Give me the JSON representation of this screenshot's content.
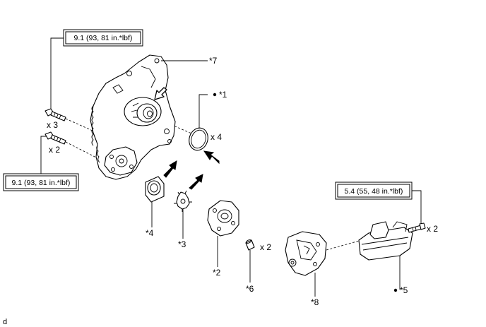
{
  "torque_specs": {
    "top_left": "9.1 (93, 81 in.*lbf)",
    "lower_left": "9.1 (93, 81 in.*lbf)",
    "right": "5.4 (55, 48 in.*lbf)"
  },
  "quantities": {
    "bolt_upper": "x 3",
    "bolt_lower": "x 2",
    "o_ring": "x 4",
    "pin": "x 2",
    "bolt_right": "x 2"
  },
  "callouts": {
    "c1": "*1",
    "c2": "*2",
    "c3": "*3",
    "c4": "*4",
    "c5": "*5",
    "c6": "*6",
    "c7": "*7",
    "c8": "*8"
  },
  "footer_code": "d"
}
